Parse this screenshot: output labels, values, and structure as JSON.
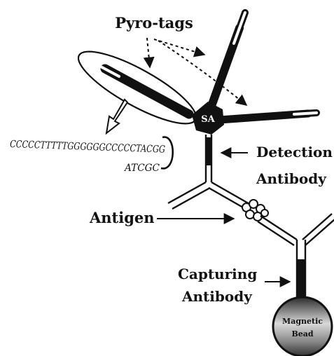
{
  "labels": {
    "pyro_tags": "Pyro-tags",
    "sa": "SA",
    "detection_line1": "Detection",
    "detection_line2": "Antibody",
    "antigen": "Antigen",
    "capturing_line1": "Capturing",
    "capturing_line2": "Antibody",
    "bead_line1": "Magnetic",
    "bead_line2": "Bead"
  },
  "sequence": {
    "line1": "CCCCCTTTTTGGGGGGCCCCCTACGG",
    "line2": "ATCGC"
  },
  "colors": {
    "ink": "#111111",
    "background": "#ffffff"
  }
}
